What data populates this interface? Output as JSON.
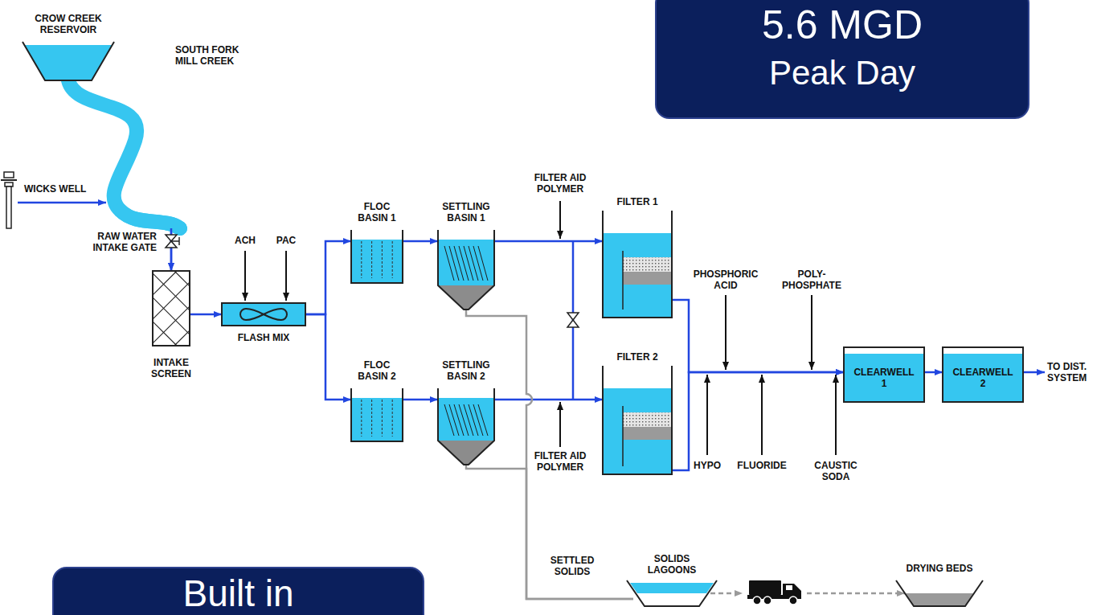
{
  "diagram": {
    "nodes": [
      {
        "text": [
          "5.6 MGD",
          "Peak Day"
        ]
      },
      {
        "text": [
          "CROW CREEK RESERVOIR"
        ]
      },
      {
        "text": [
          "WICKS WELL"
        ]
      },
      {
        "text": [
          "INTAKE SCREEN"
        ]
      },
      {
        "text": [
          "FLASH MIX"
        ]
      },
      {
        "text": [
          "FLOC BASIN 1"
        ]
      },
      {
        "text": [
          "SETTLING BASIN 1"
        ]
      },
      {
        "text": [
          "FLOC BASIN 2"
        ]
      },
      {
        "text": [
          "SETTLING BASIN 2"
        ]
      },
      {
        "text": [
          "FILTER 1"
        ]
      },
      {
        "text": [
          "FILTER 2"
        ]
      },
      {
        "text": [
          "CLEARWELL 1"
        ]
      },
      {
        "text": [
          "CLEARWELL 2"
        ]
      },
      {
        "text": [
          "SOLIDS LAGOONS"
        ]
      },
      {
        "text": [
          "DRYING BEDS"
        ]
      },
      {
        "text": [
          "Built in"
        ]
      }
    ],
    "edges": [
      {
        "from": 1,
        "to": 3,
        "arrow": "to"
      },
      {
        "from": 2,
        "to": 3,
        "arrow": "to"
      },
      {
        "from": 3,
        "to": 4,
        "arrow": "to"
      },
      {
        "from": 4,
        "to": 5,
        "arrow": "to"
      },
      {
        "from": 4,
        "to": 7,
        "arrow": "to"
      },
      {
        "from": 5,
        "to": 6,
        "arrow": "to"
      },
      {
        "from": 7,
        "to": 8,
        "arrow": "to"
      },
      {
        "from": 6,
        "to": 9,
        "arrow": "to"
      },
      {
        "from": 8,
        "to": 10,
        "arrow": "to"
      },
      {
        "from": 9,
        "to": 11,
        "arrow": "to"
      },
      {
        "from": 10,
        "to": 11,
        "arrow": "to"
      },
      {
        "from": 11,
        "to": 12,
        "arrow": "to"
      },
      {
        "from": 6,
        "to": 13,
        "arrow": "none"
      },
      {
        "from": 8,
        "to": 13,
        "arrow": "none"
      },
      {
        "from": 13,
        "to": 14,
        "arrow": "to"
      }
    ],
    "labels": [
      "SOUTH FORK MILL CREEK",
      "RAW WATER INTAKE GATE",
      "ACH",
      "PAC",
      "FILTER AID POLYMER",
      "FILTER AID POLYMER",
      "PHOSPHORIC ACID",
      "POLY-PHOSPHATE",
      "HYPO",
      "FLUORIDE",
      "CAUSTIC SODA",
      "TO DIST. SYSTEM",
      "SETTLED SOLIDS"
    ]
  }
}
